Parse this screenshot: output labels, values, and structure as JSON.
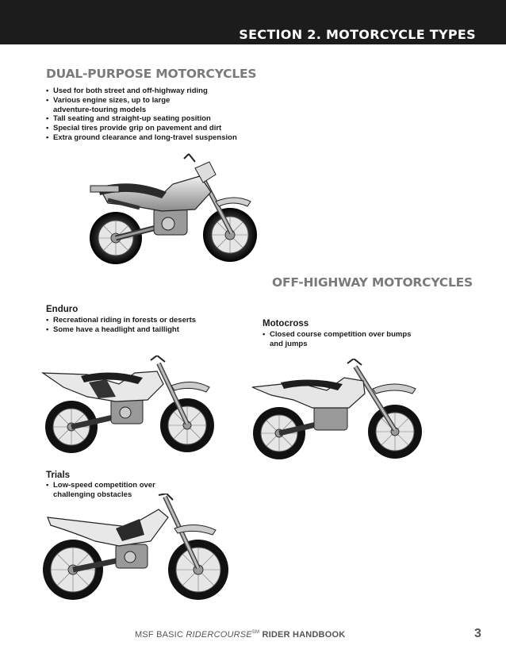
{
  "header": {
    "section_title": "SECTION 2. MOTORCYCLE TYPES"
  },
  "dual_purpose": {
    "heading": "DUAL-PURPOSE MOTORCYCLES",
    "bullets": [
      "Used for both street and off-highway riding",
      "Various engine sizes, up to large adventure-touring models",
      "Tall seating and straight-up seating position",
      "Special tires provide grip on pavement and dirt",
      "Extra ground clearance and long-travel suspension"
    ]
  },
  "off_highway": {
    "heading": "OFF-HIGHWAY MOTORCYCLES"
  },
  "enduro": {
    "heading": "Enduro",
    "bullets": [
      "Recreational riding in forests or deserts",
      "Some have a headlight and taillight"
    ]
  },
  "motocross": {
    "heading": "Motocross",
    "bullets": [
      "Closed course competition over bumps and jumps"
    ]
  },
  "trials": {
    "heading": "Trials",
    "bullets": [
      "Low-speed competition over challenging obstacles"
    ]
  },
  "footer": {
    "prefix": "MSF BASIC ",
    "course": "RIDERCOURSE",
    "tm": "SM",
    "suffix": " RIDER HANDBOOK",
    "page_number": "3"
  },
  "colors": {
    "header_bg": "#1c1c1c",
    "heading_gray": "#7a7a7a"
  }
}
